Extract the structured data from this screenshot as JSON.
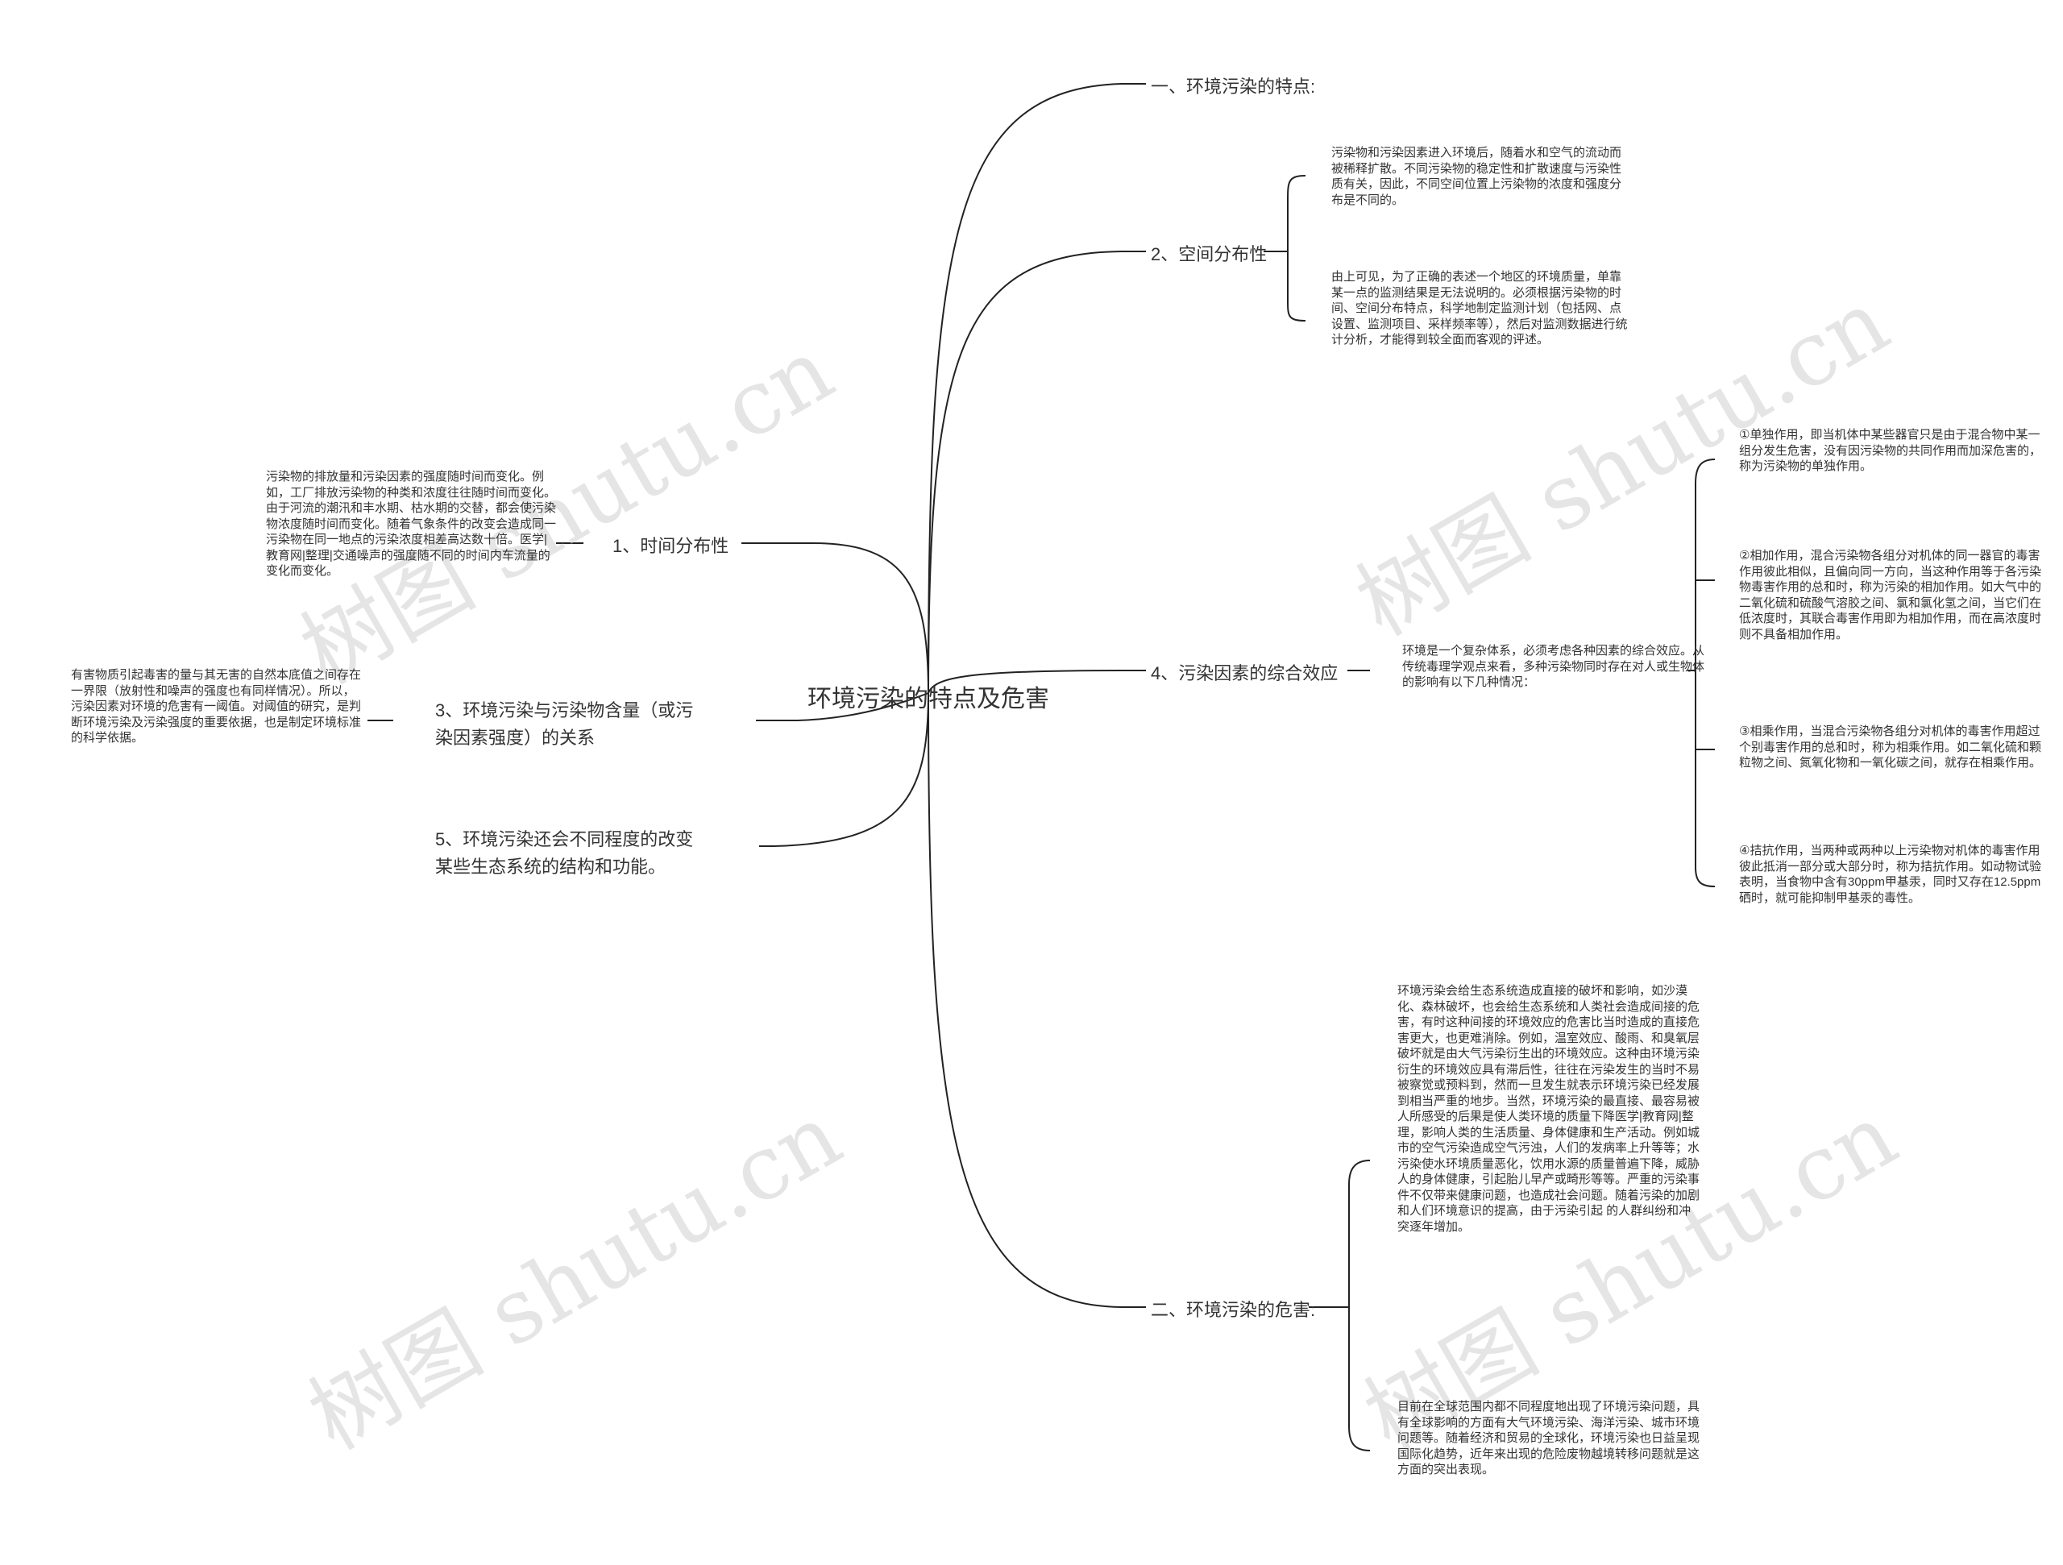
{
  "root": "环境污染的特点及危害",
  "watermark": "树图 shutu.cn",
  "branches": {
    "r1": "一、环境污染的特点:",
    "r2": "2、空间分布性",
    "r4": "4、污染因素的综合效应",
    "r6": "二、环境污染的危害:",
    "l1": "1、时间分布性",
    "l3a": "3、环境污染与污染物含量（或污",
    "l3b": "染因素强度）的关系",
    "l5a": "5、环境污染还会不同程度的改变",
    "l5b": "某些生态系统的结构和功能。"
  },
  "texts": {
    "r2a": "污染物和污染因素进入环境后，随着水和空气的流动而被稀释扩散。不同污染物的稳定性和扩散速度与污染性质有关，因此，不同空间位置上污染物的浓度和强度分布是不同的。",
    "r2b": "由上可见，为了正确的表述一个地区的环境质量，单靠某一点的监测结果是无法说明的。必须根据污染物的时间、空间分布特点，科学地制定监测计划（包括网、点设置、监测项目、采样频率等），然后对监测数据进行统计分析，才能得到较全面而客观的评述。",
    "r4": "环境是一个复杂体系，必须考虑各种因素的综合效应。从传统毒理学观点来看，多种污染物同时存在对人或生物体的影响有以下几种情况：",
    "r4a": "①单独作用，即当机体中某些器官只是由于混合物中某一组分发生危害，没有因污染物的共同作用而加深危害的，称为污染物的单独作用。",
    "r4b": "②相加作用，混合污染物各组分对机体的同一器官的毒害作用彼此相似，且偏向同一方向，当这种作用等于各污染物毒害作用的总和时，称为污染的相加作用。如大气中的二氧化硫和硫酸气溶胶之间、氯和氯化氢之间，当它们在低浓度时，其联合毒害作用即为相加作用，而在高浓度时则不具备相加作用。",
    "r4c": "③相乘作用，当混合污染物各组分对机体的毒害作用超过个别毒害作用的总和时，称为相乘作用。如二氧化硫和颗粒物之间、氮氧化物和一氧化碳之间，就存在相乘作用。",
    "r4d": "④拮抗作用，当两种或两种以上污染物对机体的毒害作用彼此抵消一部分或大部分时，称为拮抗作用。如动物试验表明，当食物中含有30ppm甲基汞，同时又存在12.5ppm硒时，就可能抑制甲基汞的毒性。",
    "r6a": "环境污染会给生态系统造成直接的破坏和影响，如沙漠化、森林破坏，也会给生态系统和人类社会造成间接的危害，有时这种间接的环境效应的危害比当时造成的直接危害更大，也更难消除。例如，温室效应、酸雨、和臭氧层破坏就是由大气污染衍生出的环境效应。这种由环境污染衍生的环境效应具有滞后性，往往在污染发生的当时不易被察觉或预料到，然而一旦发生就表示环境污染已经发展到相当严重的地步。当然，环境污染的最直接、最容易被人所感受的后果是使人类环境的质量下降医学|教育网|整理，影响人类的生活质量、身体健康和生产活动。例如城市的空气污染造成空气污浊，人们的发病率上升等等；水污染使水环境质量恶化，饮用水源的质量普遍下降，威胁人的身体健康，引起胎儿早产或畸形等等。严重的污染事件不仅带来健康问题，也造成社会问题。随着污染的加剧和人们环境意识的提高，由于污染引起 的人群纠纷和冲突逐年增加。",
    "r6b": "目前在全球范围内都不同程度地出现了环境污染问题，具有全球影响的方面有大气环境污染、海洋污染、城市环境问题等。随着经济和贸易的全球化，环境污染也日益呈现国际化趋势，近年来出现的危险废物越境转移问题就是这方面的突出表现。",
    "l1": "污染物的排放量和污染因素的强度随时间而变化。例如，工厂排放污染物的种类和浓度往往随时间而变化。由于河流的潮汛和丰水期、枯水期的交替，都会使污染物浓度随时间而变化。随着气象条件的改变会造成同一污染物在同一地点的污染浓度相差高达数十倍。医学|教育网|整理|交通噪声的强度随不同的时间内车流量的变化而变化。",
    "l3": "有害物质引起毒害的量与其无害的自然本底值之间存在一界限（放射性和噪声的强度也有同样情况）。所以，污染因素对环境的危害有一阈值。对阈值的研究，是判断环境污染及污染强度的重要依据，也是制定环境标准的科学依据。"
  }
}
